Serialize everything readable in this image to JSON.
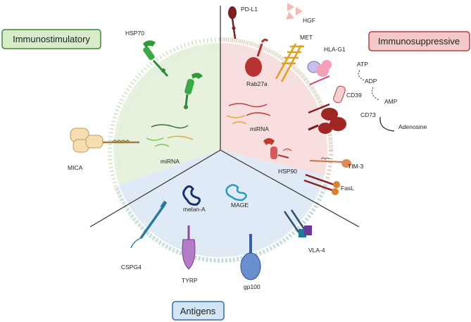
{
  "sections": {
    "immunostimulatory": {
      "title": "Immunostimulatory",
      "color": "#2e7d32",
      "fill": "#e3f1db"
    },
    "immunosuppressive": {
      "title": "Immunosuppressive",
      "color": "#b71c1c",
      "fill": "#f7d9d9"
    },
    "antigens": {
      "title": "Antigens",
      "color": "#1e6091",
      "fill": "#dbe8f5"
    }
  },
  "labels": {
    "pd_l1": "PD-L1",
    "hgf": "HGF",
    "met": "MET",
    "hla_g1": "HLA-G1",
    "rab27a": "Rab27a",
    "atp": "ATP",
    "adp": "ADP",
    "amp": "AMP",
    "cd39": "CD39",
    "cd73": "CD73",
    "adenosine": "Adenosine",
    "mirna_right": "miRNA",
    "hsp90": "HSP90",
    "tim3": "TIM-3",
    "fasl": "FasL",
    "hsp70": "HSP70",
    "mirna_left": "miRNA",
    "mica": "MICA",
    "melan_a": "melan-A",
    "mage": "MAGE",
    "cspg4": "CSPG4",
    "tyrp": "TYRP",
    "gp100": "gp100",
    "vla4": "VLA-4"
  },
  "icons": [
    "protein-icon",
    "receptor-icon",
    "rna-icon",
    "arrow-icon"
  ]
}
